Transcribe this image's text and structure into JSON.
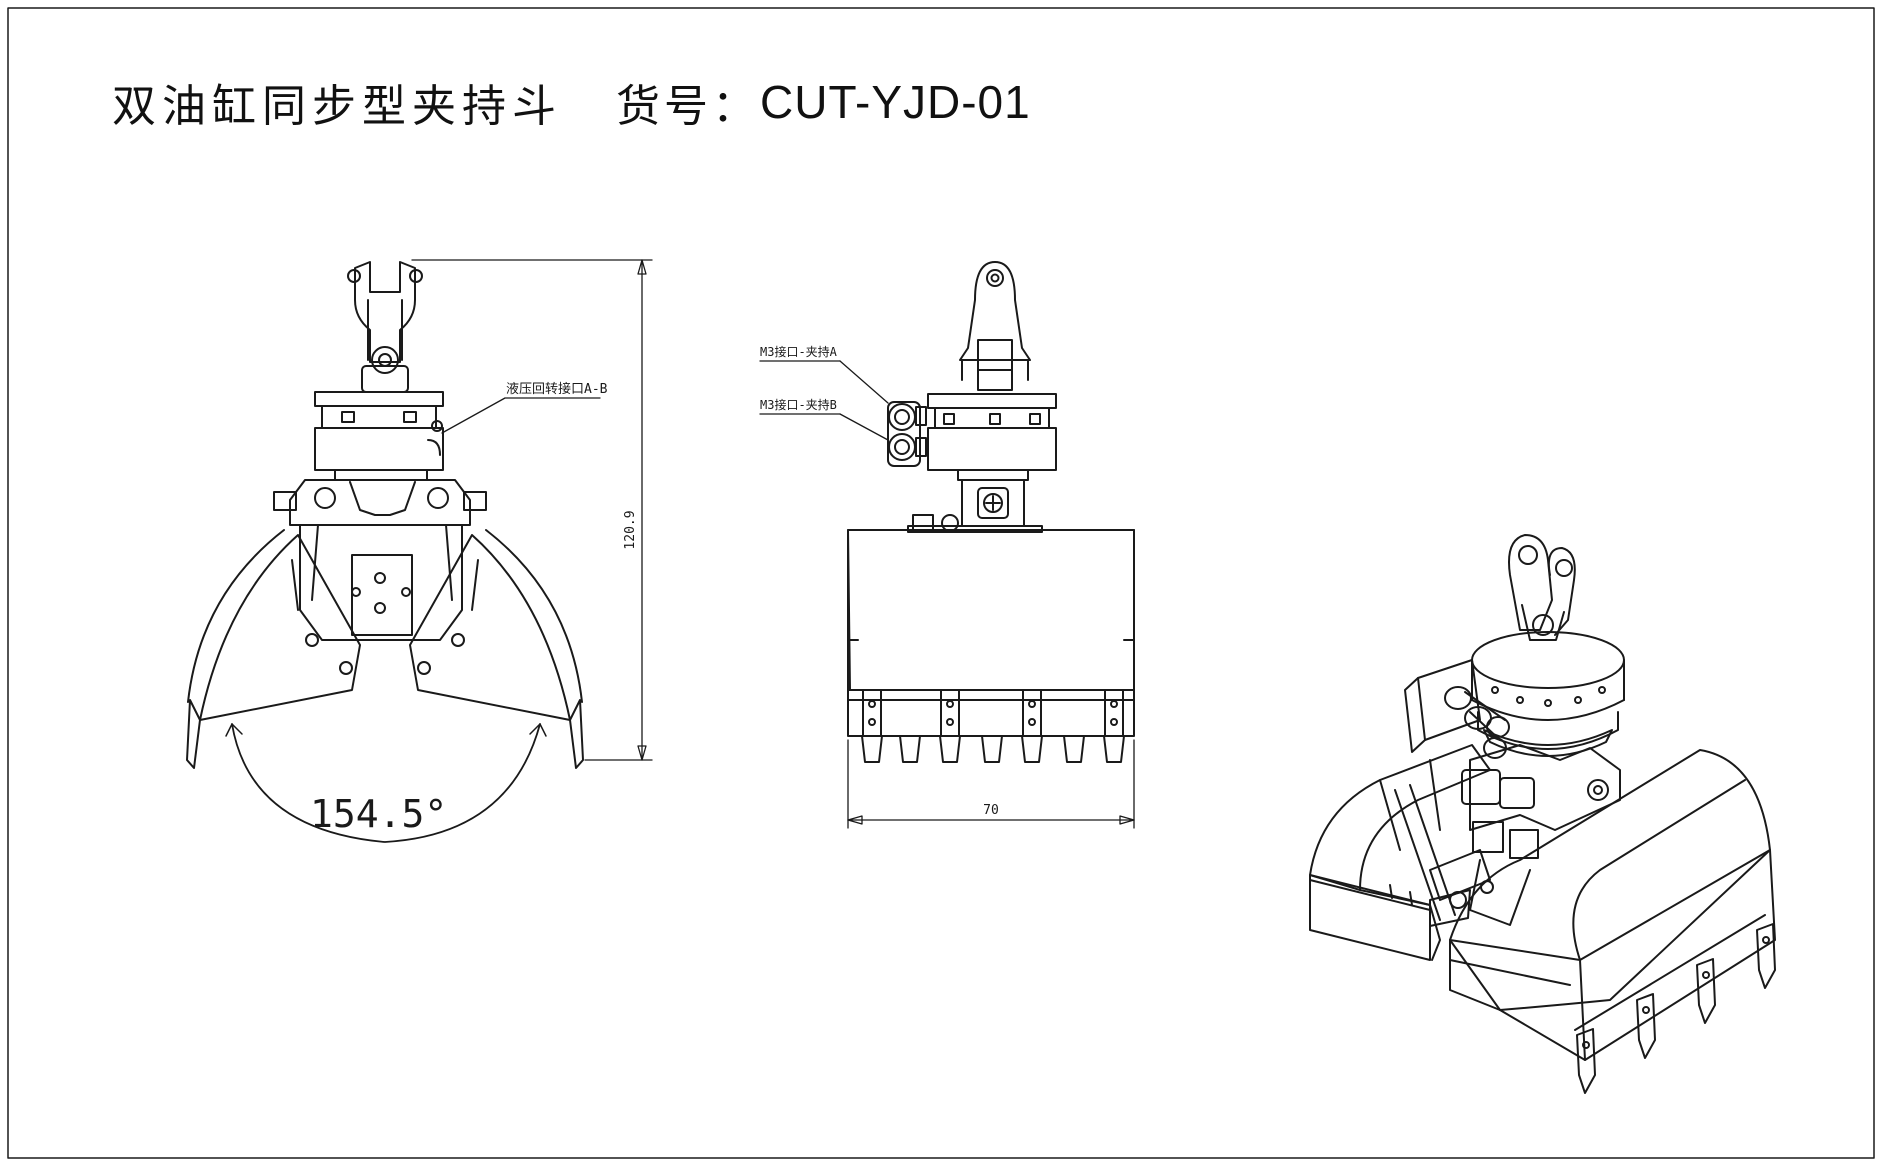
{
  "title": {
    "name": "双油缸同步型夹持斗",
    "code_label": "货号：",
    "code": "CUT-YJD-01"
  },
  "front_view": {
    "port_label": "液压回转接口A-B",
    "height_dimension": "120.9",
    "angle_dimension": "154.5°"
  },
  "side_view": {
    "port_a_label": "M3接口-夹持A",
    "port_b_label": "M3接口-夹持B",
    "width_dimension": "70"
  },
  "colors": {
    "line": "#1a1a1a",
    "background": "#ffffff"
  }
}
